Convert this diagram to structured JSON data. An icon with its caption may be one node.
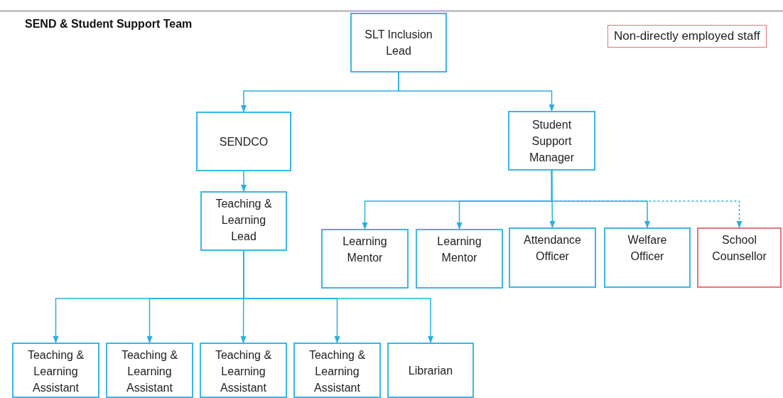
{
  "diagram": {
    "title": "SEND & Student Support Team",
    "nodes": [
      {
        "text": [
          "SLT Inclusion Lead"
        ]
      },
      {
        "text": [
          "SENDCO"
        ]
      },
      {
        "text": [
          "Student Support Manager"
        ]
      },
      {
        "text": [
          "Teaching & Learning Lead"
        ]
      },
      {
        "text": [
          "Learning Mentor"
        ]
      },
      {
        "text": [
          "Learning Mentor"
        ]
      },
      {
        "text": [
          "Attendance Officer"
        ]
      },
      {
        "text": [
          "Welfare Officer"
        ]
      },
      {
        "text": [
          "School Counsellor"
        ]
      },
      {
        "text": [
          "Teaching & Learning Assistant"
        ]
      },
      {
        "text": [
          "Teaching & Learning Assistant"
        ]
      },
      {
        "text": [
          "Teaching & Learning Assistant"
        ]
      },
      {
        "text": [
          "Teaching & Learning Assistant"
        ]
      },
      {
        "text": [
          "Librarian"
        ]
      }
    ],
    "edges": [
      {
        "from": 0,
        "to": 1,
        "arrow": "to"
      },
      {
        "from": 0,
        "to": 2,
        "arrow": "to"
      },
      {
        "from": 1,
        "to": 3,
        "arrow": "to"
      },
      {
        "from": 2,
        "to": 4,
        "arrow": "to"
      },
      {
        "from": 2,
        "to": 5,
        "arrow": "to"
      },
      {
        "from": 2,
        "to": 6,
        "arrow": "to"
      },
      {
        "from": 2,
        "to": 7,
        "arrow": "to"
      },
      {
        "from": 2,
        "to": 8,
        "arrow": "to",
        "style": "dashed"
      },
      {
        "from": 3,
        "to": 9,
        "arrow": "to"
      },
      {
        "from": 3,
        "to": 10,
        "arrow": "to"
      },
      {
        "from": 3,
        "to": 11,
        "arrow": "to"
      },
      {
        "from": 3,
        "to": 12,
        "arrow": "to"
      },
      {
        "from": 3,
        "to": 13,
        "arrow": "to"
      }
    ],
    "legend": [
      {
        "text": "Non-directly employed staff",
        "color": "#e8747c"
      }
    ]
  }
}
